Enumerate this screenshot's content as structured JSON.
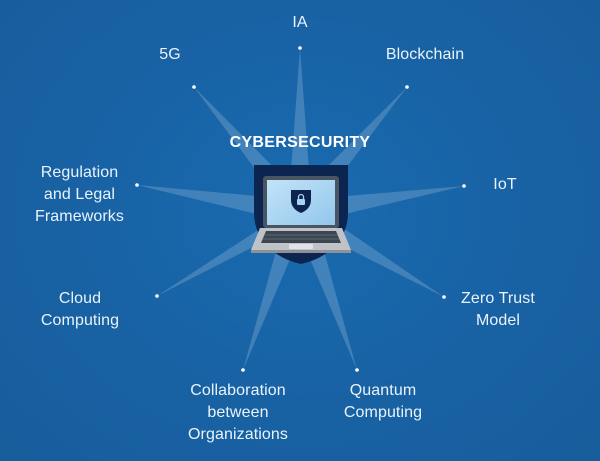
{
  "diagram": {
    "center": {
      "title": "CYBERSECURITY",
      "icon": "laptop-with-shield-lock-icon"
    },
    "colors": {
      "background": "#1863a6",
      "shield": "#0c2550",
      "screen": "#a8d4f2",
      "laptop_body": "#b9bcc0",
      "text": "#eaf3fb"
    },
    "nodes": [
      {
        "id": "ia",
        "label": "IA"
      },
      {
        "id": "blockchain",
        "label": "Blockchain"
      },
      {
        "id": "iot",
        "label": "IoT"
      },
      {
        "id": "zero-trust",
        "label": "Zero Trust\nModel"
      },
      {
        "id": "quantum",
        "label": "Quantum\nComputing"
      },
      {
        "id": "collaboration",
        "label": "Collaboration\nbetween\nOrganizations"
      },
      {
        "id": "cloud",
        "label": "Cloud\nComputing"
      },
      {
        "id": "regulation",
        "label": "Regulation\nand Legal\nFrameworks"
      },
      {
        "id": "5g",
        "label": "5G"
      }
    ]
  }
}
